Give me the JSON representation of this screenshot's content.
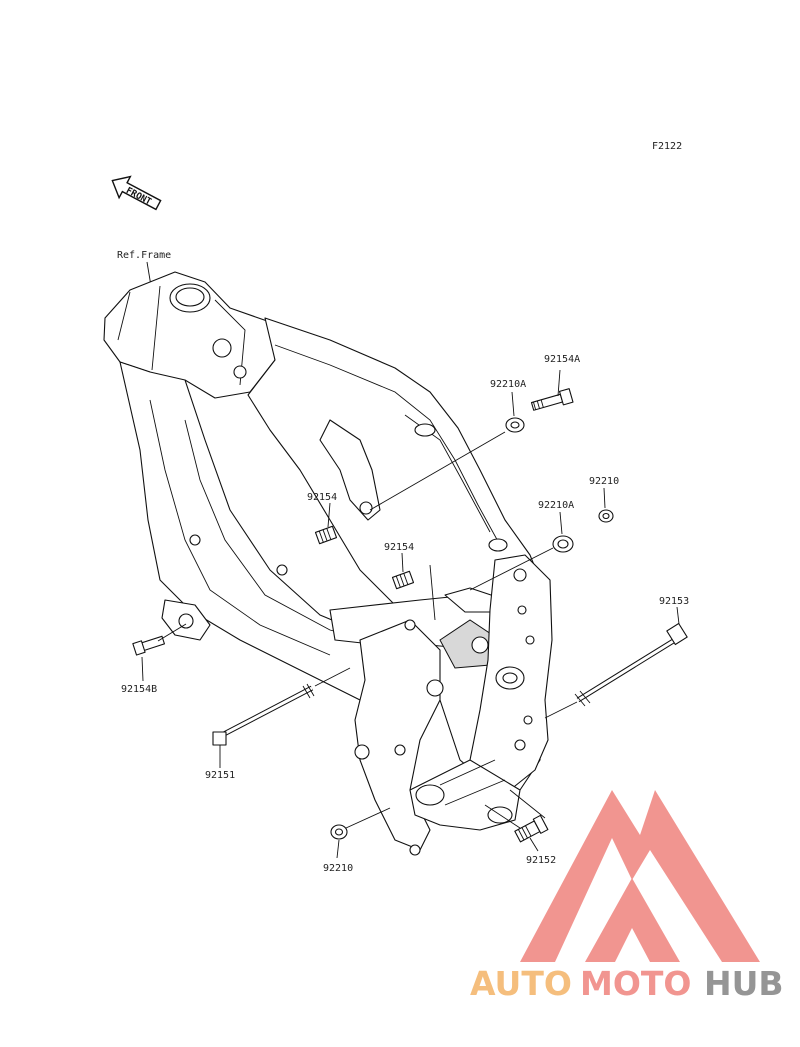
{
  "diagram": {
    "code": "F2122",
    "front_label": "FRONT",
    "ref_label": "Ref.Frame",
    "parts": [
      {
        "id": "92154A"
      },
      {
        "id": "92210A"
      },
      {
        "id": "92210"
      },
      {
        "id": "92210A"
      },
      {
        "id": "92154"
      },
      {
        "id": "92154"
      },
      {
        "id": "92153"
      },
      {
        "id": "92154B"
      },
      {
        "id": "92151"
      },
      {
        "id": "92210"
      },
      {
        "id": "92152"
      }
    ]
  },
  "watermark": {
    "brand_part1": "AUTO",
    "brand_part2": "MOTO",
    "brand_part3": "HUB",
    "color_primary": "#f08a84",
    "color_accent": "#f4b870",
    "color_dark": "#8a8a8a"
  }
}
